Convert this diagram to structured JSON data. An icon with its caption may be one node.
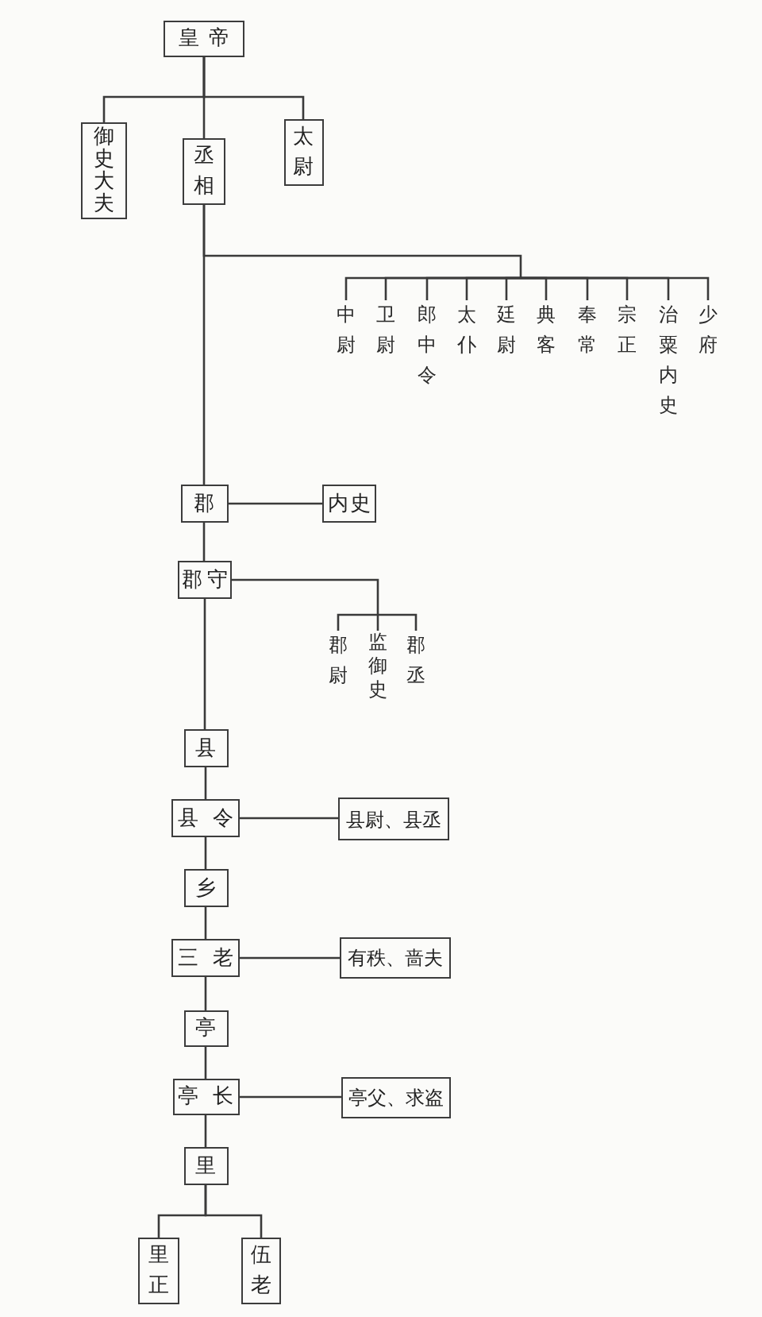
{
  "diagram": {
    "nodes": [
      {
        "text": [
          "皇帝"
        ]
      },
      {
        "text": [
          "御史大夫"
        ]
      },
      {
        "text": [
          "丞相"
        ]
      },
      {
        "text": [
          "太尉"
        ]
      },
      {
        "text": [
          "中尉"
        ]
      },
      {
        "text": [
          "卫尉"
        ]
      },
      {
        "text": [
          "郎中令"
        ]
      },
      {
        "text": [
          "太仆"
        ]
      },
      {
        "text": [
          "廷尉"
        ]
      },
      {
        "text": [
          "典客"
        ]
      },
      {
        "text": [
          "奉常"
        ]
      },
      {
        "text": [
          "宗正"
        ]
      },
      {
        "text": [
          "治粟内史"
        ]
      },
      {
        "text": [
          "少府"
        ]
      },
      {
        "text": [
          "郡"
        ]
      },
      {
        "text": [
          "内史"
        ]
      },
      {
        "text": [
          "郡守"
        ]
      },
      {
        "text": [
          "郡尉"
        ]
      },
      {
        "text": [
          "监御史"
        ]
      },
      {
        "text": [
          "郡丞"
        ]
      },
      {
        "text": [
          "县"
        ]
      },
      {
        "text": [
          "县令"
        ]
      },
      {
        "text": [
          "县尉、县丞"
        ]
      },
      {
        "text": [
          "乡"
        ]
      },
      {
        "text": [
          "三老"
        ]
      },
      {
        "text": [
          "有秩、啬夫"
        ]
      },
      {
        "text": [
          "亭"
        ]
      },
      {
        "text": [
          "亭长"
        ]
      },
      {
        "text": [
          "亭父、求盗"
        ]
      },
      {
        "text": [
          "里"
        ]
      },
      {
        "text": [
          "里正"
        ]
      },
      {
        "text": [
          "伍老"
        ]
      }
    ],
    "edges": [
      {
        "from": 0,
        "to": 1,
        "arrow": "none"
      },
      {
        "from": 0,
        "to": 2,
        "arrow": "none"
      },
      {
        "from": 0,
        "to": 3,
        "arrow": "none"
      },
      {
        "from": 2,
        "to": 4,
        "arrow": "none"
      },
      {
        "from": 2,
        "to": 5,
        "arrow": "none"
      },
      {
        "from": 2,
        "to": 6,
        "arrow": "none"
      },
      {
        "from": 2,
        "to": 7,
        "arrow": "none"
      },
      {
        "from": 2,
        "to": 8,
        "arrow": "none"
      },
      {
        "from": 2,
        "to": 9,
        "arrow": "none"
      },
      {
        "from": 2,
        "to": 10,
        "arrow": "none"
      },
      {
        "from": 2,
        "to": 11,
        "arrow": "none"
      },
      {
        "from": 2,
        "to": 12,
        "arrow": "none"
      },
      {
        "from": 2,
        "to": 13,
        "arrow": "none"
      },
      {
        "from": 2,
        "to": 14,
        "arrow": "none"
      },
      {
        "from": 14,
        "to": 15,
        "arrow": "none"
      },
      {
        "from": 14,
        "to": 16,
        "arrow": "none"
      },
      {
        "from": 16,
        "to": 17,
        "arrow": "none"
      },
      {
        "from": 16,
        "to": 18,
        "arrow": "none"
      },
      {
        "from": 16,
        "to": 19,
        "arrow": "none"
      },
      {
        "from": 16,
        "to": 20,
        "arrow": "none"
      },
      {
        "from": 20,
        "to": 21,
        "arrow": "none"
      },
      {
        "from": 21,
        "to": 22,
        "arrow": "none"
      },
      {
        "from": 21,
        "to": 23,
        "arrow": "none"
      },
      {
        "from": 23,
        "to": 24,
        "arrow": "none"
      },
      {
        "from": 24,
        "to": 25,
        "arrow": "none"
      },
      {
        "from": 24,
        "to": 26,
        "arrow": "none"
      },
      {
        "from": 26,
        "to": 27,
        "arrow": "none"
      },
      {
        "from": 27,
        "to": 28,
        "arrow": "none"
      },
      {
        "from": 27,
        "to": 29,
        "arrow": "none"
      },
      {
        "from": 29,
        "to": 30,
        "arrow": "none"
      },
      {
        "from": 29,
        "to": 31,
        "arrow": "none"
      }
    ]
  }
}
